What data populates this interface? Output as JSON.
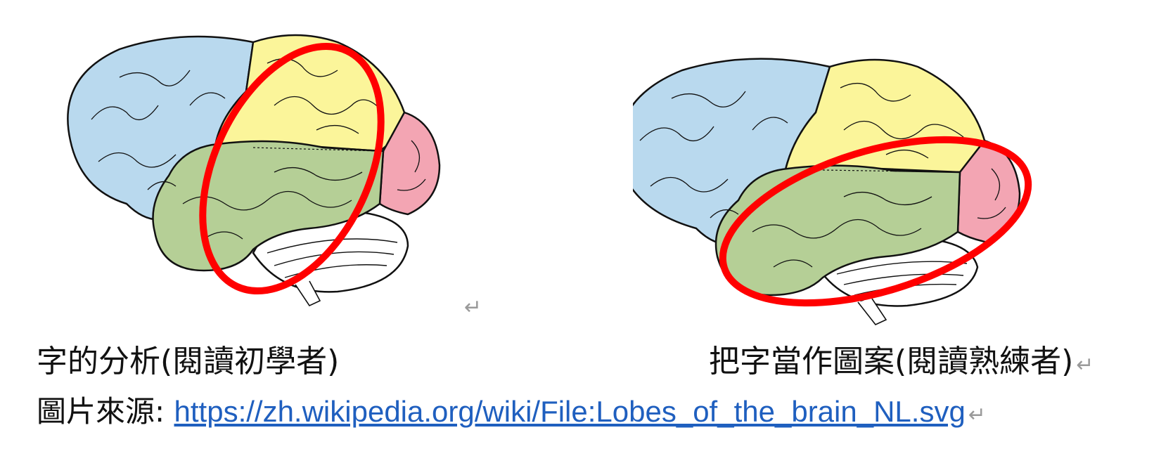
{
  "figures": {
    "left": {
      "caption": "字的分析(閱讀初學者)",
      "highlight_color": "#ff0000"
    },
    "right": {
      "caption": "把字當作圖案(閱讀熟練者)",
      "highlight_color": "#ff0000"
    }
  },
  "lobe_colors": {
    "frontal": "#b9d9ee",
    "parietal": "#fbf59a",
    "temporal": "#b5cf96",
    "occipital": "#f3a5b3",
    "cerebellum": "#ffffff"
  },
  "source": {
    "label": "圖片來源: ",
    "url_text": "https://zh.wikipedia.org/wiki/File:Lobes_of_the_brain_NL.svg"
  },
  "marks": {
    "paragraph": "↵"
  }
}
